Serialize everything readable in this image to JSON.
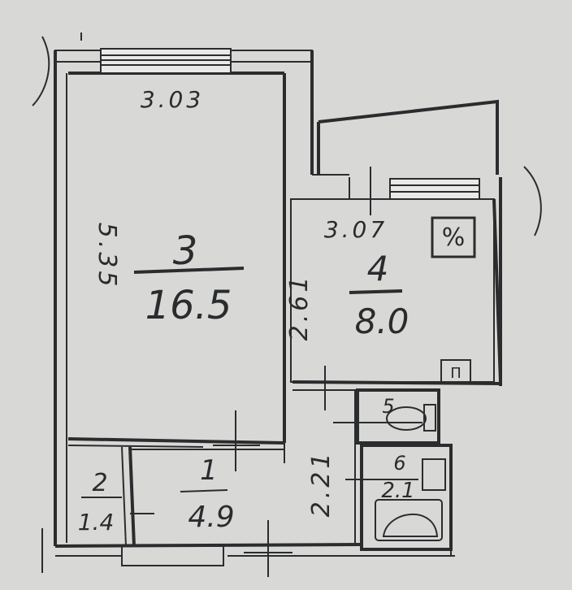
{
  "plan": {
    "rooms": [
      {
        "id": "3",
        "number": "3",
        "area": "16.5"
      },
      {
        "id": "4",
        "number": "4",
        "area": "8.0"
      },
      {
        "id": "1",
        "number": "1",
        "area": "4.9"
      },
      {
        "id": "2",
        "number": "2",
        "area": "1.4"
      },
      {
        "id": "5",
        "number": "5",
        "area": ""
      },
      {
        "id": "6",
        "number": "6",
        "area": "2.1"
      }
    ],
    "dimensions": {
      "room3_width": "3.03",
      "room3_height": "5.35",
      "room4_width": "3.07",
      "room4_height": "2.61",
      "hall_depth": "2.21"
    },
    "symbols": {
      "ventilation": "%",
      "stove": "П"
    }
  }
}
